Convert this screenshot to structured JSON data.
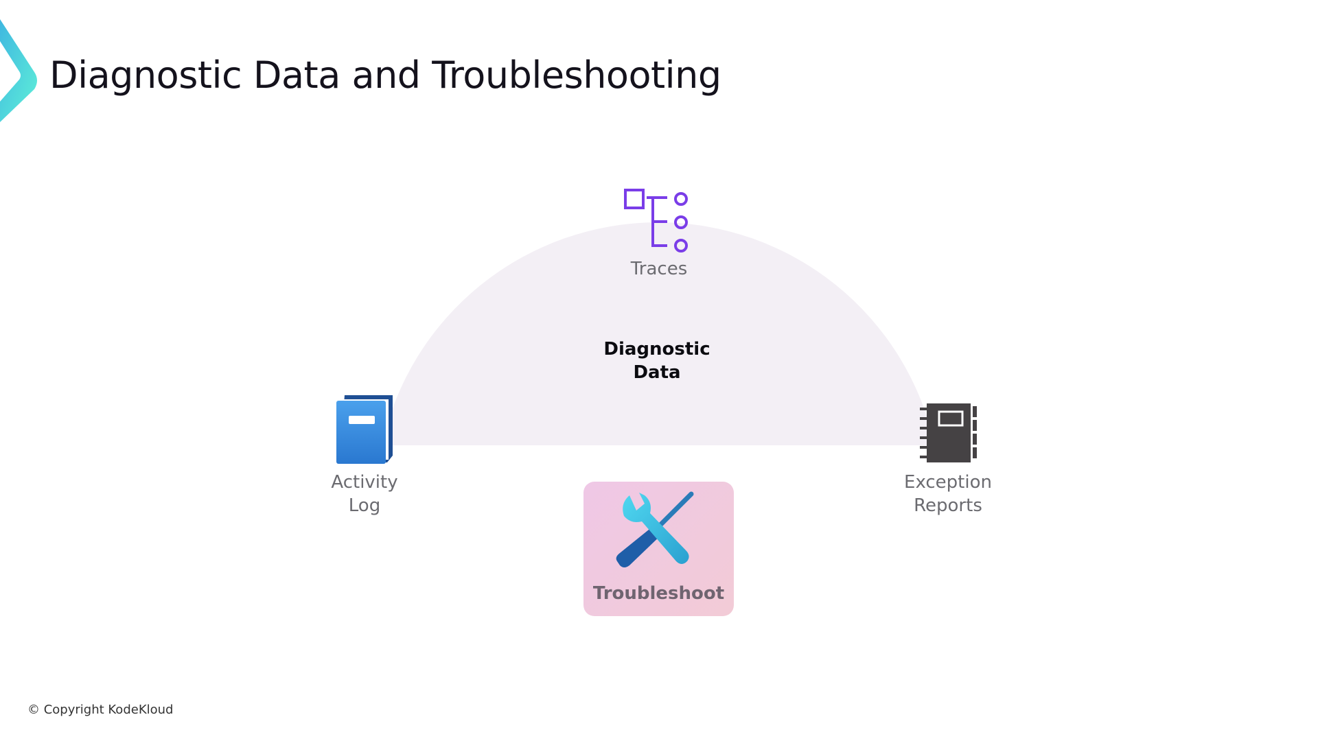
{
  "header": {
    "title": "Diagnostic Data and Troubleshooting"
  },
  "diagram": {
    "center": {
      "line1": "Diagnostic",
      "line2": "Data"
    },
    "nodes": {
      "traces": {
        "label": "Traces",
        "icon": "tree-hierarchy-icon",
        "color": "#7a3de8"
      },
      "activity_log": {
        "line1": "Activity",
        "line2": "Log",
        "icon": "book-icon",
        "color": "#2f86dc"
      },
      "exception_reports": {
        "line1": "Exception",
        "line2": "Reports",
        "icon": "notebook-icon",
        "color": "#454244"
      }
    },
    "troubleshoot": {
      "label": "Troubleshoot",
      "icon": "wrench-screwdriver-icon"
    }
  },
  "footer": {
    "copyright": "© Copyright KodeKloud"
  }
}
